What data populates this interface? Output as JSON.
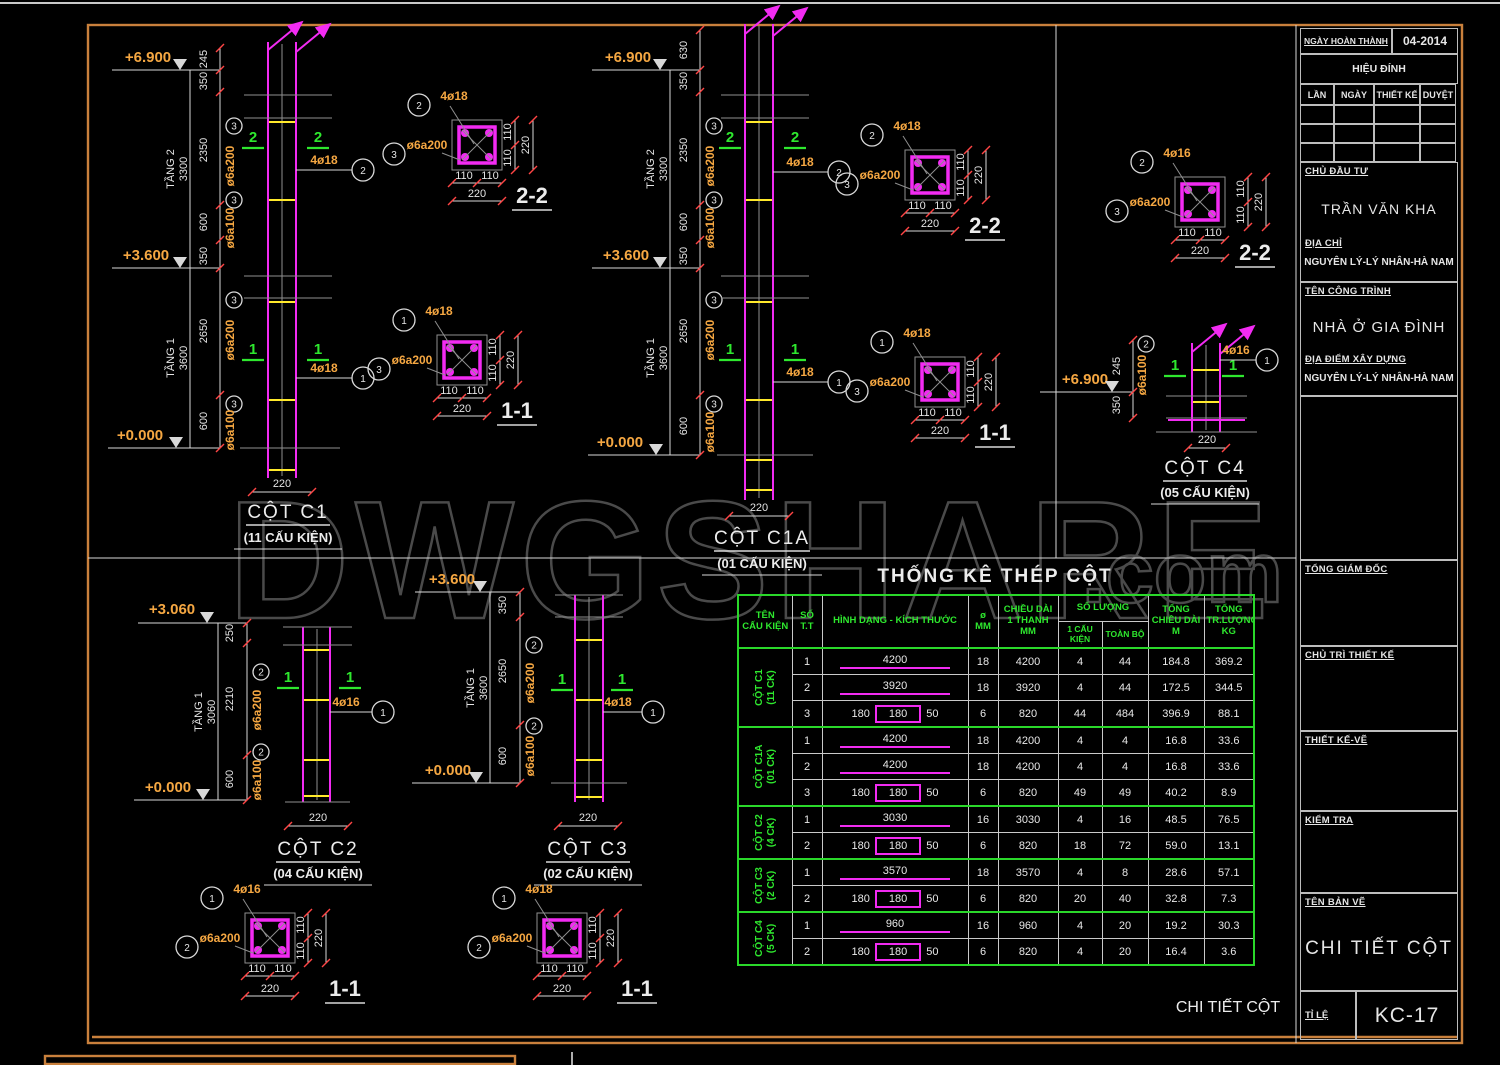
{
  "sheet": {
    "watermark": "DWGSHARE",
    "watermark_suffix": ".com",
    "corner_label": "CHI TIẾT CỘT"
  },
  "drawing": {
    "levels": {
      "p69": "+6.900",
      "p36": "+3.600",
      "p00": "+0.000",
      "p306": "+3.060"
    },
    "tang": {
      "t1": "TẦNG 1",
      "t2": "TẦNG 2",
      "h3300": "3300",
      "h3600": "3600",
      "h3060": "3060"
    },
    "dims": {
      "d110": "110",
      "d220": "220",
      "d245": "245",
      "d250": "250",
      "d350": "350",
      "d600": "600",
      "d630": "630",
      "d2210": "2210",
      "d2350": "2350",
      "d2650": "2650"
    },
    "rebar": {
      "a200": "ø6a200",
      "a100": "ø6a100",
      "b18": "4ø18",
      "b16": "4ø16"
    },
    "refs": {
      "r1": "1",
      "r2": "2",
      "r3": "3"
    },
    "secs": {
      "s11": "1-1",
      "s22": "2-2"
    },
    "c1": {
      "name": "CỘT C1",
      "count": "(11 CẤU KIỆN)"
    },
    "c1a": {
      "name": "CỘT C1A",
      "count": "(01 CẤU KIỆN)"
    },
    "c2": {
      "name": "CỘT C2",
      "count": "(04 CẤU KIỆN)"
    },
    "c3": {
      "name": "CỘT C3",
      "count": "(02 CẤU KIỆN)"
    },
    "c4": {
      "name": "CỘT C4",
      "count": "(05 CẤU KIỆN)"
    }
  },
  "table": {
    "title": "THỐNG KÊ THÉP CỘT",
    "h": {
      "ten": "TÊN\nCẤU KIỆN",
      "so": "SỐ\nT.T",
      "hinh": "HÌNH DẠNG - KÍCH THƯỚC",
      "phi": "ø\nMM",
      "cd": "CHIỀU DÀI\n1 THANH\nMM",
      "sl": "SỐ LƯỢNG",
      "ck1": "1 CẤU KIỆN",
      "tb": "TOÀN BỘ",
      "tcd": "TỔNG\nCHIỀU DÀI\nM",
      "ttl": "TỔNG\nTR.LƯỢNG\nKG"
    },
    "st": {
      "a": "180",
      "b": "180",
      "c": "50"
    },
    "groups": [
      {
        "label": "CỘT C1\n(11 CK)",
        "rows": [
          {
            "no": "1",
            "shape": "4200",
            "phi": "18",
            "len": "4200",
            "q1": "4",
            "q2": "44",
            "tl": "184.8",
            "tw": "369.2"
          },
          {
            "no": "2",
            "shape": "3920",
            "phi": "18",
            "len": "3920",
            "q1": "4",
            "q2": "44",
            "tl": "172.5",
            "tw": "344.5"
          },
          {
            "no": "3",
            "shape": "stirrup",
            "phi": "6",
            "len": "820",
            "q1": "44",
            "q2": "484",
            "tl": "396.9",
            "tw": "88.1"
          }
        ]
      },
      {
        "label": "CỘT C1A\n(01 CK)",
        "rows": [
          {
            "no": "1",
            "shape": "4200",
            "phi": "18",
            "len": "4200",
            "q1": "4",
            "q2": "4",
            "tl": "16.8",
            "tw": "33.6"
          },
          {
            "no": "2",
            "shape": "4200",
            "phi": "18",
            "len": "4200",
            "q1": "4",
            "q2": "4",
            "tl": "16.8",
            "tw": "33.6"
          },
          {
            "no": "3",
            "shape": "stirrup",
            "phi": "6",
            "len": "820",
            "q1": "49",
            "q2": "49",
            "tl": "40.2",
            "tw": "8.9"
          }
        ]
      },
      {
        "label": "CỘT C2\n(4 CK)",
        "rows": [
          {
            "no": "1",
            "shape": "3030",
            "phi": "16",
            "len": "3030",
            "q1": "4",
            "q2": "16",
            "tl": "48.5",
            "tw": "76.5"
          },
          {
            "no": "2",
            "shape": "stirrup",
            "phi": "6",
            "len": "820",
            "q1": "18",
            "q2": "72",
            "tl": "59.0",
            "tw": "13.1"
          }
        ]
      },
      {
        "label": "CỘT C3\n(2 CK)",
        "rows": [
          {
            "no": "1",
            "shape": "3570",
            "phi": "18",
            "len": "3570",
            "q1": "4",
            "q2": "8",
            "tl": "28.6",
            "tw": "57.1"
          },
          {
            "no": "2",
            "shape": "stirrup",
            "phi": "6",
            "len": "820",
            "q1": "20",
            "q2": "40",
            "tl": "32.8",
            "tw": "7.3"
          }
        ]
      },
      {
        "label": "CỘT C4\n(5 CK)",
        "rows": [
          {
            "no": "1",
            "shape": "960",
            "phi": "16",
            "len": "960",
            "q1": "4",
            "q2": "20",
            "tl": "19.2",
            "tw": "30.3"
          },
          {
            "no": "2",
            "shape": "stirrup",
            "phi": "6",
            "len": "820",
            "q1": "4",
            "q2": "20",
            "tl": "16.4",
            "tw": "3.6"
          }
        ]
      }
    ]
  },
  "titleblock": {
    "ngay_label": "NGÀY HOÀN THÀNH",
    "ngay_value": "04-2014",
    "hieu_dinh": "HIỆU ĐÍNH",
    "rev_cols": [
      "LẦN",
      "NGÀY",
      "THIẾT KẾ",
      "DUYỆT"
    ],
    "chu_dau_tu_label": "CHỦ ĐẦU TƯ",
    "chu_dau_tu_value": "TRẦN VĂN KHA",
    "dia_chi_label": "ĐỊA CHỈ",
    "dia_chi_value": "NGUYÊN LÝ-LÝ NHÂN-HÀ NAM",
    "cong_trinh_label": "TÊN CÔNG TRÌNH",
    "cong_trinh_value": "NHÀ Ở GIA ĐÌNH",
    "dia_diem_label": "ĐỊA ĐIỂM XÂY DỰNG",
    "dia_diem_value": "NGUYÊN LÝ-LÝ NHÂN-HÀ NAM",
    "tong_giam_doc": "TỔNG GIÁM ĐỐC",
    "chu_tri": "CHỦ TRÌ THIẾT KẾ",
    "thiet_ke_ve": "THIẾT KẾ-VẼ",
    "kiem_tra": "KIỂM TRA",
    "ban_ve_label": "TÊN BẢN VẼ",
    "ban_ve_value": "CHI TIẾT CỘT",
    "ti_le_label": "TỈ LỆ",
    "so_hieu": "KC-17"
  }
}
